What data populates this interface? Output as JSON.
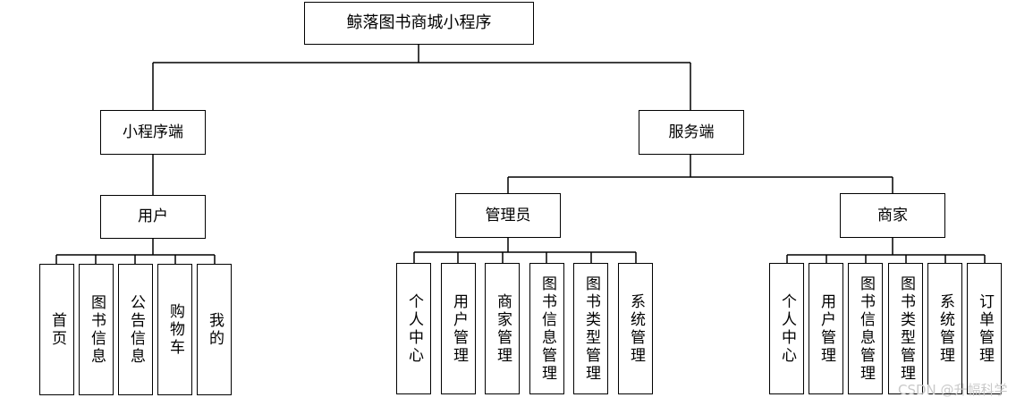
{
  "root": "鲸落图书商城小程序",
  "branches": {
    "mini": {
      "label": "小程序端",
      "roles": {
        "user": {
          "label": "用户",
          "leaves": [
            "首页",
            "图书信息",
            "公告信息",
            "购物车",
            "我的"
          ]
        }
      }
    },
    "server": {
      "label": "服务端",
      "roles": {
        "admin": {
          "label": "管理员",
          "leaves": [
            "个人中心",
            "用户管理",
            "商家管理",
            "图书信息管理",
            "图书类型管理",
            "系统管理"
          ]
        },
        "merchant": {
          "label": "商家",
          "leaves": [
            "个人中心",
            "用户管理",
            "图书信息管理",
            "图书类型管理",
            "系统管理",
            "订单管理"
          ]
        }
      }
    }
  },
  "watermark": "CSDN @升幅科学"
}
